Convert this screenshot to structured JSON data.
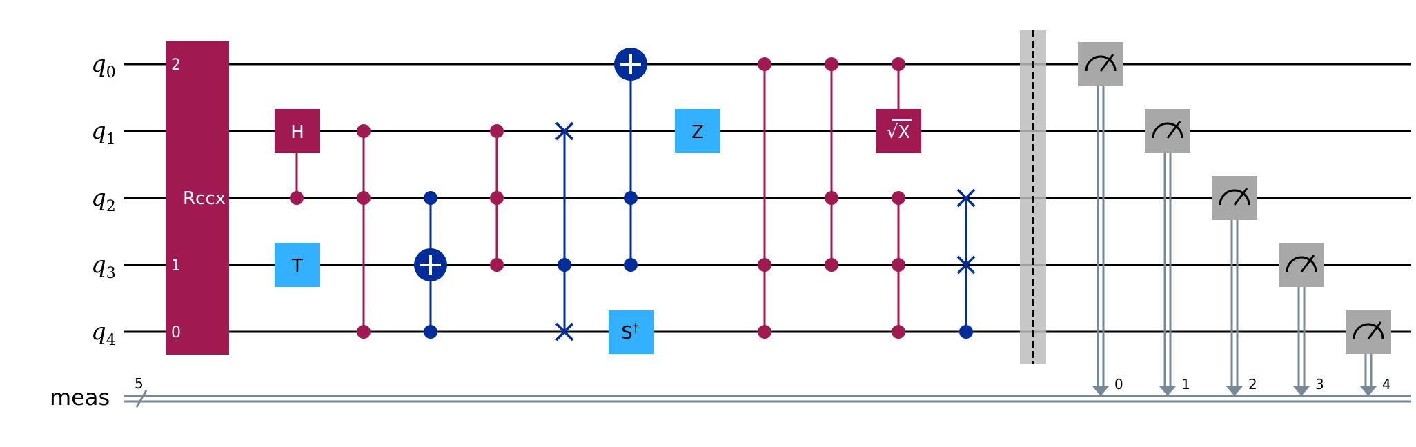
{
  "colors": {
    "multi": "#a01950",
    "cnot": "#002d9c",
    "single": "#33b1ff",
    "meas": "#a8a8a8",
    "classical": "#778899",
    "barrier": "#bdbdbd"
  },
  "wires": {
    "qubits": [
      {
        "base": "q",
        "sub": "0"
      },
      {
        "base": "q",
        "sub": "1"
      },
      {
        "base": "q",
        "sub": "2"
      },
      {
        "base": "q",
        "sub": "3"
      },
      {
        "base": "q",
        "sub": "4"
      }
    ],
    "classical": {
      "label": "meas",
      "width": "5"
    }
  },
  "gates": {
    "rccx": {
      "label": "Rccx",
      "pins": [
        "2",
        "1",
        "0"
      ]
    },
    "h": {
      "label": "H"
    },
    "t": {
      "label": "T"
    },
    "z": {
      "label": "Z"
    },
    "sdg": {
      "label": "S",
      "sup": "†"
    },
    "sx": {
      "label": "X",
      "root": "√"
    }
  },
  "measurements": {
    "bits": [
      "0",
      "1",
      "2",
      "3",
      "4"
    ]
  }
}
